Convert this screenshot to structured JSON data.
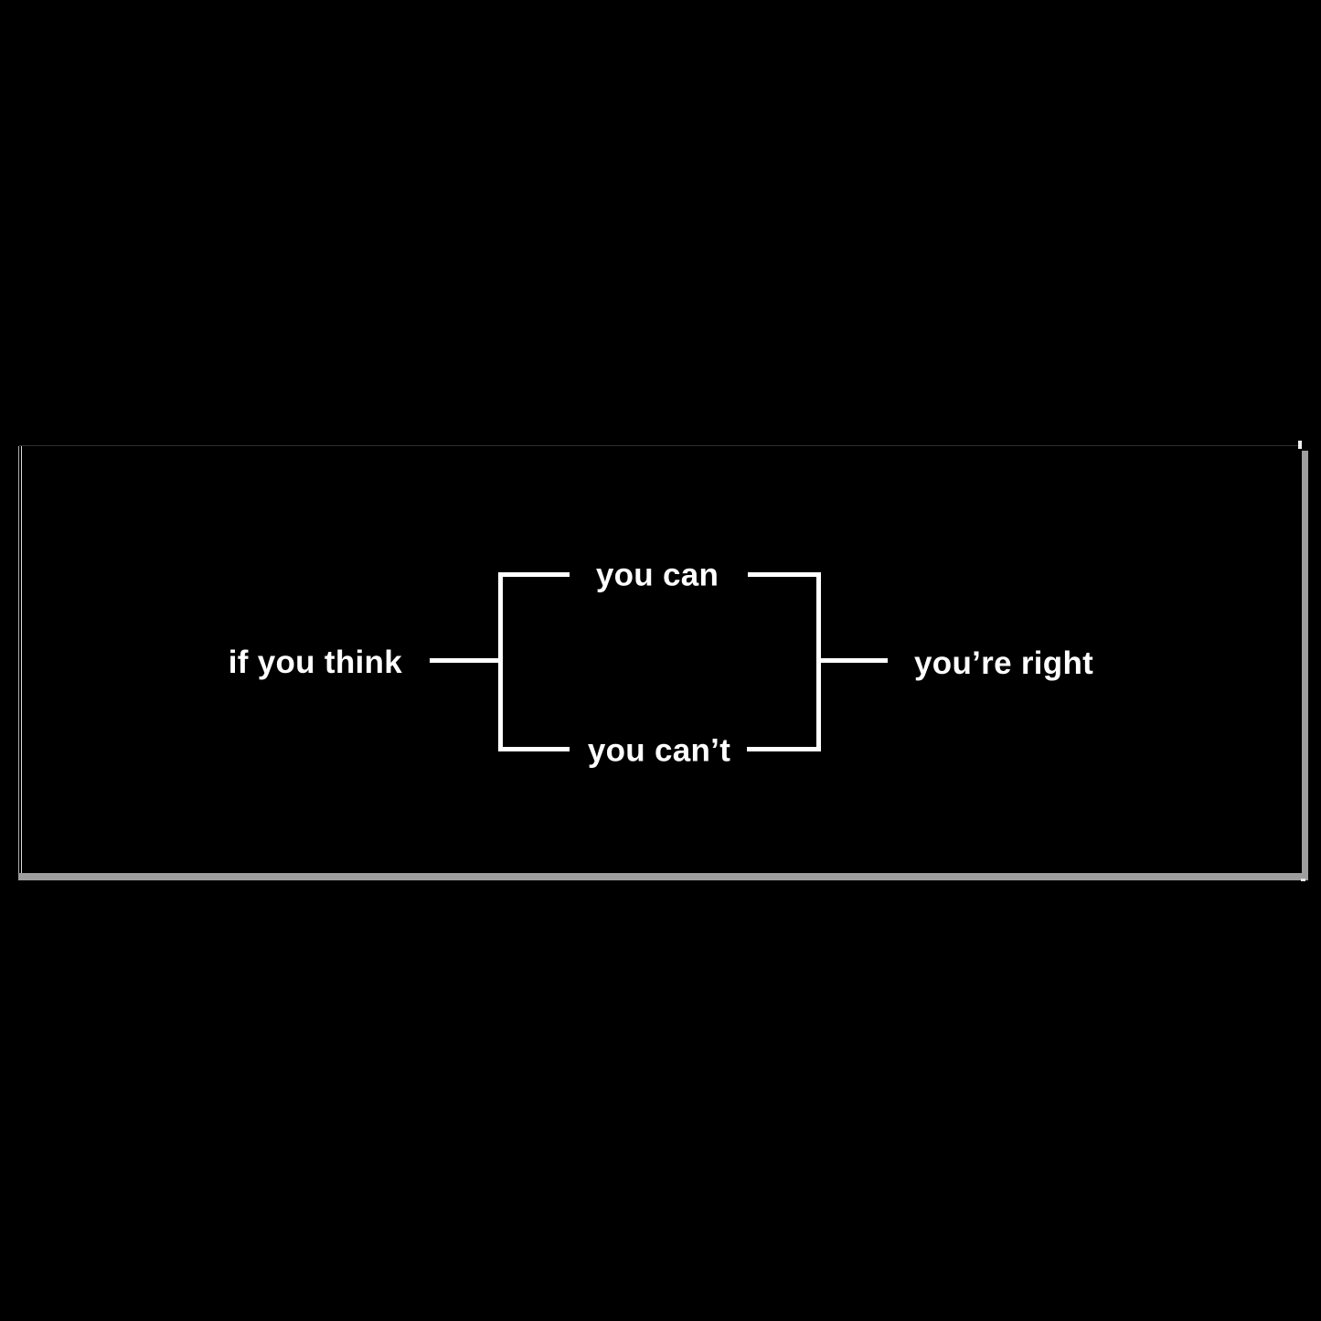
{
  "poster": {
    "colors": {
      "background": "#000000",
      "ink": "#ffffff",
      "shadow": "#9e9e9e",
      "edge_highlight": "#dcdcdc"
    },
    "diagram": {
      "type": "branch-circuit",
      "label_left": "if you think",
      "branch_top": "you can",
      "branch_bottom": "you can’t",
      "label_right": "you’re right"
    }
  }
}
